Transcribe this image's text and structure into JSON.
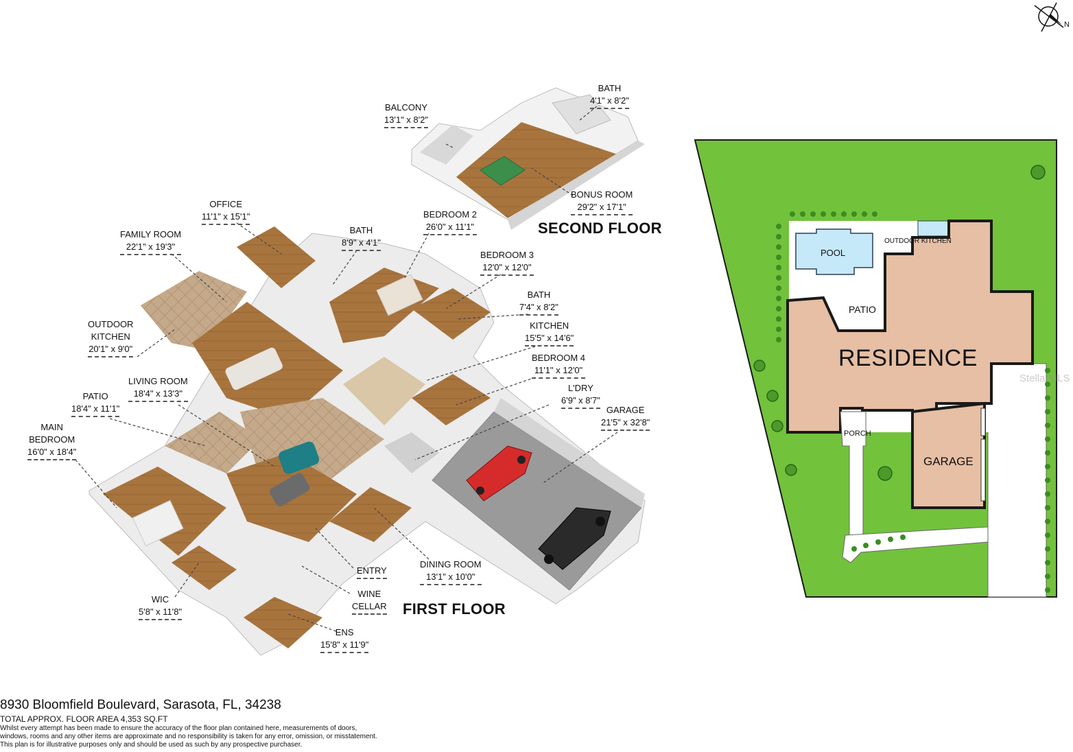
{
  "rooms": {
    "balcony": {
      "name": "BALCONY",
      "dim": "13'1\" x 8'2\""
    },
    "bath_upper": {
      "name": "BATH",
      "dim": "4'1\" x 8'2\""
    },
    "bonus_room": {
      "name": "BONUS ROOM",
      "dim": "29'2\" x 17'1\""
    },
    "office": {
      "name": "OFFICE",
      "dim": "11'1\" x 15'1\""
    },
    "family_room": {
      "name": "FAMILY ROOM",
      "dim": "22'1\" x 19'3\""
    },
    "bath_1": {
      "name": "BATH",
      "dim": "8'9\" x 4'1\""
    },
    "bedroom_2": {
      "name": "BEDROOM 2",
      "dim": "26'0\" x 11'1\""
    },
    "bedroom_3": {
      "name": "BEDROOM 3",
      "dim": "12'0\" x 12'0\""
    },
    "bath_2": {
      "name": "BATH",
      "dim": "7'4\" x 8'2\""
    },
    "kitchen": {
      "name": "KITCHEN",
      "dim": "15'5\" x 14'6\""
    },
    "outdoor_kitchen": {
      "name": "OUTDOOR",
      "name2": "KITCHEN",
      "dim": "20'1\" x 9'0\""
    },
    "bedroom_4": {
      "name": "BEDROOM 4",
      "dim": "11'1\" x 12'0\""
    },
    "living_room": {
      "name": "LIVING ROOM",
      "dim": "18'4\" x 13'3\""
    },
    "laundry": {
      "name": "L'DRY",
      "dim": "6'9\" x 8'7\""
    },
    "patio": {
      "name": "PATIO",
      "dim": "18'4\" x 11'1\""
    },
    "garage": {
      "name": "GARAGE",
      "dim": "21'5\" x 32'8\""
    },
    "main_bedroom": {
      "name": "MAIN",
      "name2": "BEDROOM",
      "dim": "16'0\" x 18'4\""
    },
    "entry": {
      "name": "ENTRY"
    },
    "dining_room": {
      "name": "DINING ROOM",
      "dim": "13'1\" x 10'0\""
    },
    "wine_cellar": {
      "name": "WINE",
      "name2": "CELLAR"
    },
    "wic": {
      "name": "WIC",
      "dim": "5'8\" x 11'8\""
    },
    "ens": {
      "name": "ENS",
      "dim": "15'8\" x 11'9\""
    }
  },
  "floors": {
    "second": "SECOND FLOOR",
    "first": "FIRST FLOOR"
  },
  "site_plan": {
    "pool": "POOL",
    "outdoor_kitchen": "OUTDOOR KITCHEN",
    "patio": "PATIO",
    "residence": "RESIDENCE",
    "porch": "PORCH",
    "garage": "GARAGE",
    "watermark": "StellarMLS"
  },
  "compass": {
    "north": "N"
  },
  "footer": {
    "address": "8930 Bloomfield Boulevard, Sarasota, FL, 34238",
    "area": "TOTAL APPROX. FLOOR AREA 4,353 SQ.FT",
    "disclaimer_1": "Whilst every attempt has been made to ensure the accuracy of the floor plan contained here, measurements of doors,",
    "disclaimer_2": "windows, rooms and any other items are approximate and no responsibility is taken for any error, omission, or misstatement.",
    "disclaimer_3": "This plan is for illustrative purposes only and should be used as such by any prospective purchaser."
  },
  "colors": {
    "lawn": "#72c23c",
    "residence": "#e6bfa4",
    "pool": "#c6e9f9",
    "wood_floor": "#a8743e",
    "wall": "#ededed",
    "garage_floor": "#9a9a9a",
    "tile": "#c4a98a"
  }
}
